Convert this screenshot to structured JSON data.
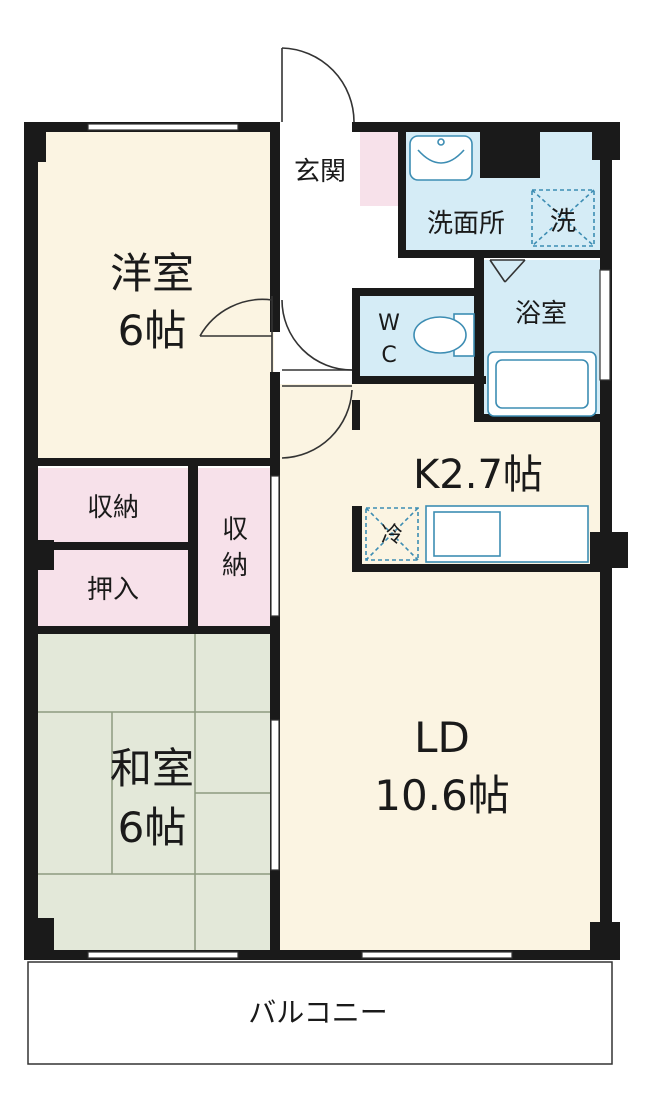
{
  "rooms": {
    "western": {
      "name": "洋室",
      "size": "6帖"
    },
    "japanese": {
      "name": "和室",
      "size": "6帖"
    },
    "ld": {
      "name": "LD",
      "size": "10.6帖"
    },
    "kitchen": {
      "label": "K2.7帖"
    },
    "entrance": {
      "label": "玄関"
    },
    "washroom": {
      "label": "洗面所"
    },
    "washer": {
      "label": "洗"
    },
    "bath": {
      "label": "浴室"
    },
    "toilet": {
      "line1": "W",
      "line2": "C"
    },
    "fridge": {
      "label": "冷"
    },
    "storage_top": {
      "label": "収納"
    },
    "oshiire": {
      "label": "押入"
    },
    "storage_side": {
      "line1": "収",
      "line2": "納"
    },
    "balcony": {
      "label": "バルコニー"
    }
  },
  "colors": {
    "wall": "#1a1a1a",
    "western_floor": "#fbf4e2",
    "ld_floor": "#fbf4e2",
    "tatami": "#e3e8d9",
    "storage": "#f7e1ea",
    "wet_area": "#d5ecf6",
    "fixture_stroke": "#3d8db3"
  }
}
